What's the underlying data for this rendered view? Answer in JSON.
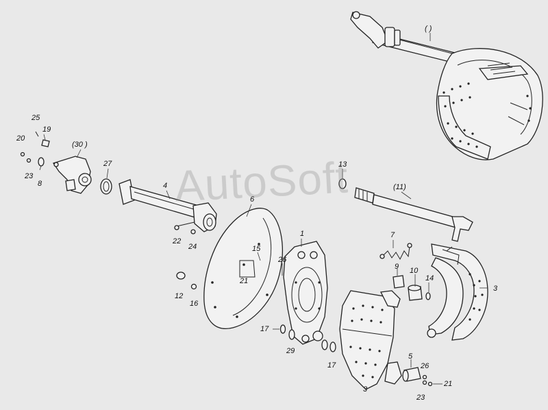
{
  "watermark": "AutoSoft",
  "labels": {
    "l_blank": "( )",
    "l_25": "25",
    "l_19": "19",
    "l_20": "20",
    "l_30": "(30 )",
    "l_27": "27",
    "l_23a": "23",
    "l_8": "8",
    "l_4": "4",
    "l_6": "6",
    "l_13": "13",
    "l_11": "(11)",
    "l_22": "22",
    "l_24": "24",
    "l_1": "1",
    "l_15": "15",
    "l_26a": "26",
    "l_7": "7",
    "l_21a": "21",
    "l_12": "12",
    "l_16": "16",
    "l_9": "9",
    "l_10": "10",
    "l_14": "14",
    "l_3a": "3",
    "l_17a": "17",
    "l_29": "29",
    "l_17b": "17",
    "l_5": "5",
    "l_26b": "26",
    "l_21b": "21",
    "l_3b": "3",
    "l_23b": "23"
  }
}
